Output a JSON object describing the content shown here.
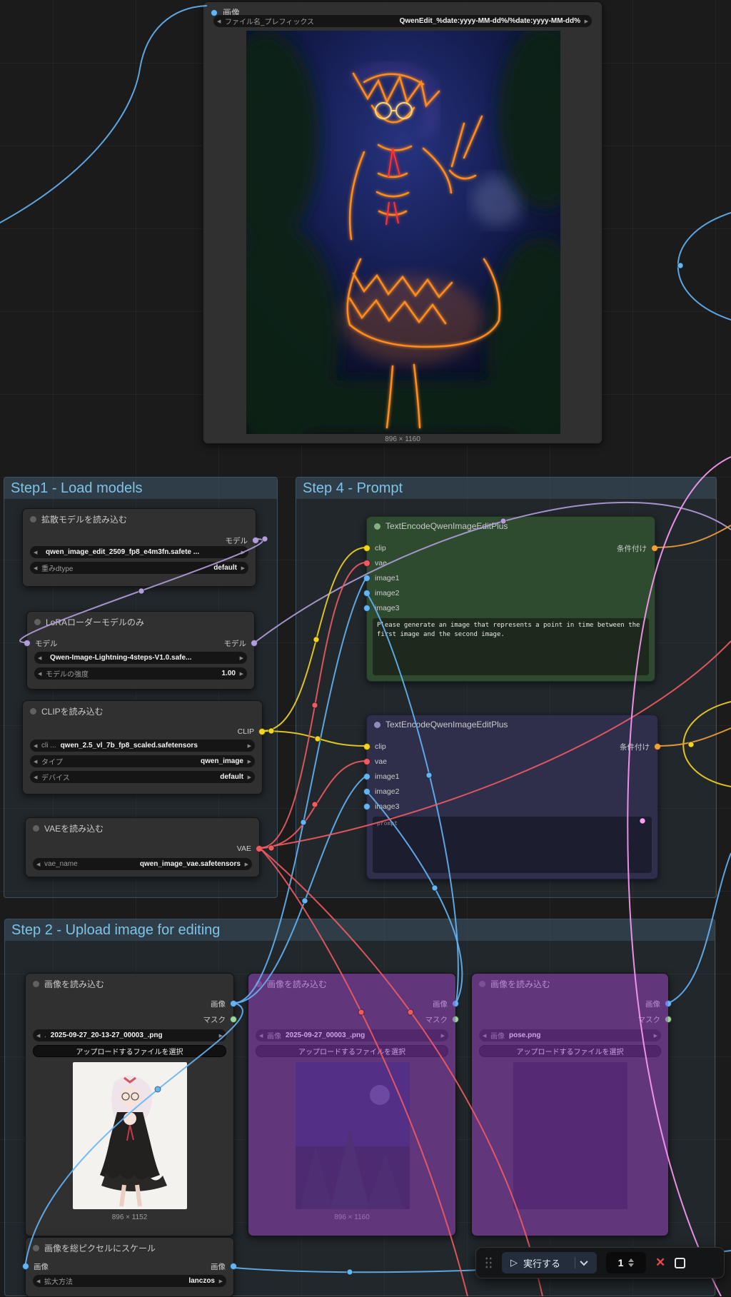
{
  "canvas": {
    "background": "#1b1b1b",
    "grid_color": "#232323"
  },
  "colors": {
    "model": "#b39ddb",
    "clip": "#f2d51f",
    "vae": "#ef5b63",
    "image": "#64b5f6",
    "mask": "#9ad59a",
    "conditioning": "#f0a13c",
    "latent": "#ff9cf9",
    "group_title": "#7ec3e8",
    "bypass_overlay": "rgba(158,63,215,0.45)",
    "cancel": "#e5484d"
  },
  "save_node": {
    "title": "画像",
    "input": "画像",
    "widget_label": "ファイル名_プレフィックス",
    "widget_value": "QwenEdit_%date:yyyy-MM-dd%/%date:yyyy-MM-dd%",
    "resolution": "896 × 1160"
  },
  "groups": {
    "step1": {
      "title": "Step1 - Load models"
    },
    "step4": {
      "title": "Step 4 - Prompt"
    },
    "step2": {
      "title": "Step 2 - Upload image for editing"
    }
  },
  "nodes": {
    "load_diffusion": {
      "title": "拡散モデルを読み込む",
      "output": "モデル",
      "widgets": [
        {
          "label": "",
          "value": "qwen_image_edit_2509_fp8_e4m3fn.safete ..."
        },
        {
          "label": "重みdtype",
          "value": "default"
        }
      ]
    },
    "lora": {
      "title": "LoRAローダーモデルのみ",
      "input": "モデル",
      "output": "モデル",
      "widgets": [
        {
          "label": "",
          "value": "Qwen-Image-Lightning-4steps-V1.0.safe..."
        },
        {
          "label": "モデルの強度",
          "value": "1.00"
        }
      ]
    },
    "clip_loader": {
      "title": "CLIPを読み込む",
      "output": "CLIP",
      "widgets": [
        {
          "label": "cli ...",
          "value": "qwen_2.5_vl_7b_fp8_scaled.safetensors"
        },
        {
          "label": "タイプ",
          "value": "qwen_image"
        },
        {
          "label": "デバイス",
          "value": "default"
        }
      ]
    },
    "vae_loader": {
      "title": "VAEを読み込む",
      "output": "VAE",
      "widgets": [
        {
          "label": "vae_name",
          "value": "qwen_image_vae.safetensors"
        }
      ]
    },
    "text_encode_1": {
      "title": "TextEncodeQwenImageEditPlus",
      "inputs": [
        "clip",
        "vae",
        "image1",
        "image2",
        "image3"
      ],
      "output": "条件付け",
      "prompt": "Please generate an image that represents a point in time between the first image and the second image."
    },
    "text_encode_2": {
      "title": "TextEncodeQwenImageEditPlus",
      "inputs": [
        "clip",
        "vae",
        "image1",
        "image2",
        "image3"
      ],
      "output": "条件付け",
      "prompt_placeholder": "prompt"
    },
    "load_image_1": {
      "title": "画像を読み込む",
      "outputs": [
        "画像",
        "マスク"
      ],
      "file_label": ".",
      "file": "2025-09-27_20-13-27_00003_.png",
      "upload_label": "アップロードするファイルを選択",
      "resolution": "896 × 1152"
    },
    "load_image_2": {
      "title": "画像を読み込む",
      "outputs": [
        "画像",
        "マスク"
      ],
      "file_label": "画像",
      "file": "2025-09-27_00003_.png",
      "upload_label": "アップロードするファイルを選択",
      "resolution": "896 × 1160"
    },
    "load_image_3": {
      "title": "画像を読み込む",
      "outputs": [
        "画像",
        "マスク"
      ],
      "file_label": "画像",
      "file": "pose.png",
      "upload_label": "アップロードするファイルを選択"
    },
    "scale_image": {
      "title": "画像を総ピクセルにスケール",
      "input": "画像",
      "output": "画像",
      "widgets": [
        {
          "label": "拡大方法",
          "value": "lanczos"
        }
      ]
    }
  },
  "toolbar": {
    "run_label": "実行する",
    "batch_count": "1"
  }
}
